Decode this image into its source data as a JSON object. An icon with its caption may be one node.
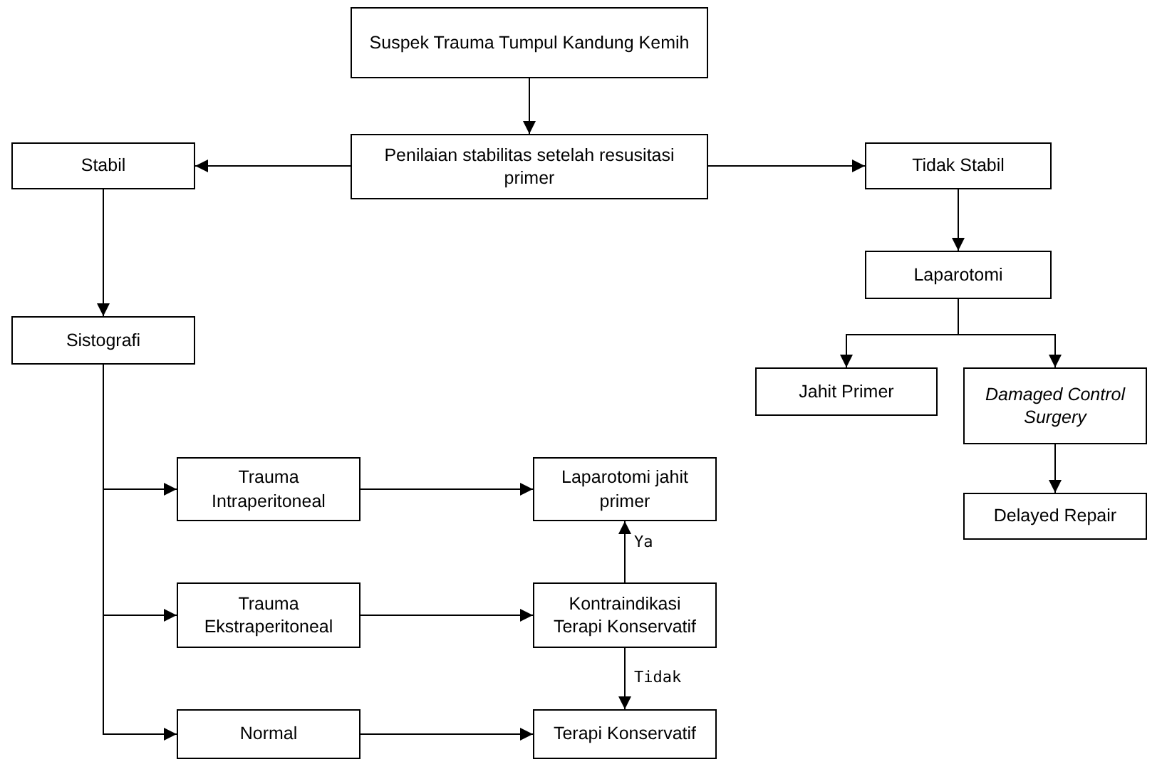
{
  "diagram": {
    "nodes": [
      {
        "text": [
          "Suspek Trauma Tumpul Kandung Kemih"
        ]
      },
      {
        "text": [
          "Penilaian stabilitas setelah resusitasi primer"
        ]
      },
      {
        "text": [
          "Stabil"
        ]
      },
      {
        "text": [
          "Tidak Stabil"
        ]
      },
      {
        "text": [
          "Laparotomi"
        ]
      },
      {
        "text": [
          "Sistografi"
        ]
      },
      {
        "text": [
          "Jahit Primer"
        ]
      },
      {
        "text": [
          "Damaged Control Surgery"
        ]
      },
      {
        "text": [
          "Delayed Repair"
        ]
      },
      {
        "text": [
          "Trauma Intraperitoneal"
        ]
      },
      {
        "text": [
          "Laparotomi jahit primer"
        ]
      },
      {
        "text": [
          "Trauma Ekstraperitoneal"
        ]
      },
      {
        "text": [
          "Kontraindikasi Terapi Konservatif"
        ]
      },
      {
        "text": [
          "Normal"
        ]
      },
      {
        "text": [
          "Terapi Konservatif"
        ]
      }
    ],
    "edges": [
      {
        "from": 0,
        "to": 1,
        "arrow": "to"
      },
      {
        "from": 1,
        "to": 2,
        "arrow": "to"
      },
      {
        "from": 1,
        "to": 3,
        "arrow": "to"
      },
      {
        "from": 3,
        "to": 4,
        "arrow": "to"
      },
      {
        "from": 2,
        "to": 5,
        "arrow": "to"
      },
      {
        "from": 4,
        "to": 6,
        "arrow": "to"
      },
      {
        "from": 4,
        "to": 7,
        "arrow": "to"
      },
      {
        "from": 7,
        "to": 8,
        "arrow": "to"
      },
      {
        "from": 5,
        "to": 9,
        "arrow": "to"
      },
      {
        "from": 5,
        "to": 11,
        "arrow": "to"
      },
      {
        "from": 5,
        "to": 13,
        "arrow": "to"
      },
      {
        "from": 9,
        "to": 10,
        "arrow": "to"
      },
      {
        "from": 11,
        "to": 12,
        "arrow": "to"
      },
      {
        "from": 12,
        "to": 10,
        "arrow": "to",
        "label": "Ya"
      },
      {
        "from": 12,
        "to": 14,
        "arrow": "to",
        "label": "Tidak"
      },
      {
        "from": 13,
        "to": 14,
        "arrow": "to"
      }
    ]
  }
}
